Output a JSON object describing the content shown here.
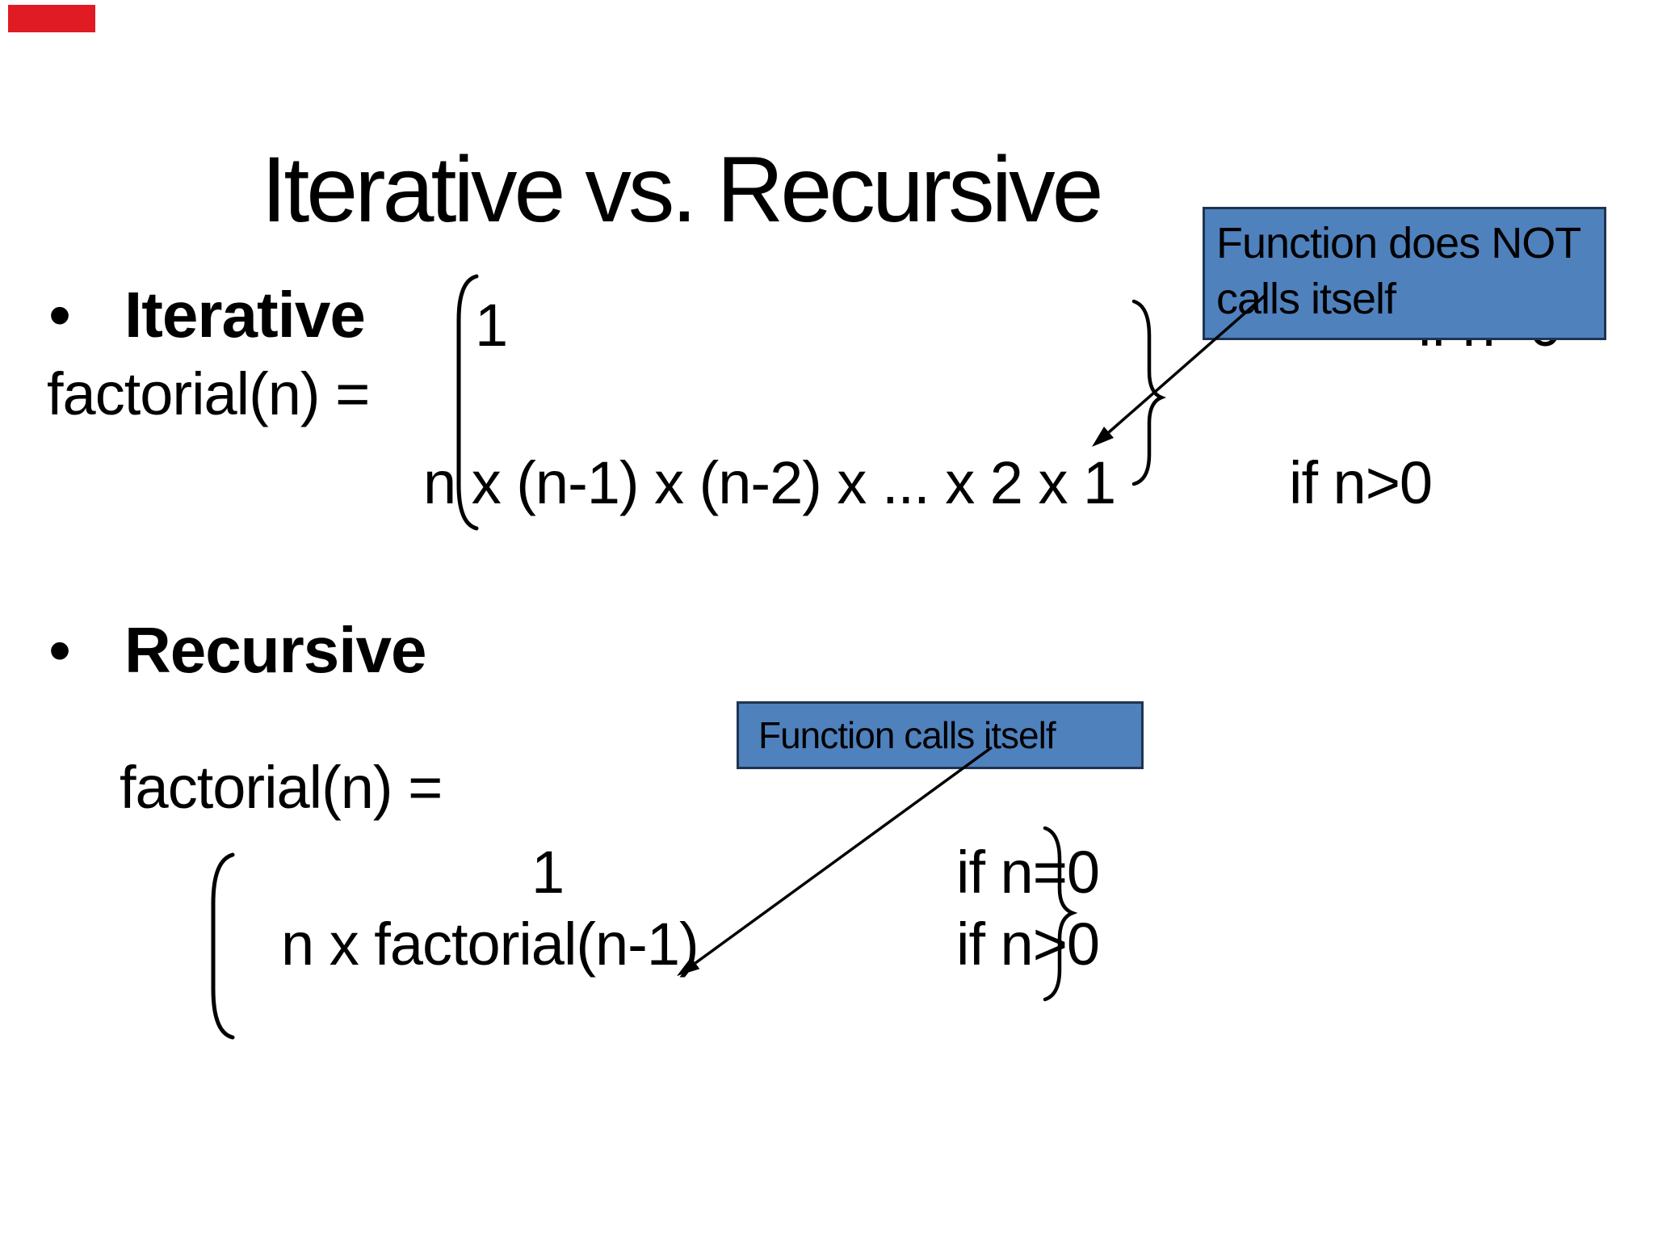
{
  "slide": {
    "title": "Iterative vs. Recursive",
    "bullet_glyph": "•",
    "sections": {
      "iterative": {
        "bullet_label": "Iterative",
        "function_lhs": "factorial(n) =",
        "case1_value": "1",
        "case1_condition": "if n=0",
        "case2_value": "n x (n-1) x (n-2) x ... x 2 x 1",
        "case2_condition": "if n>0",
        "callout": "Function does NOT calls itself"
      },
      "recursive": {
        "bullet_label": "Recursive",
        "function_lhs": "factorial(n) =",
        "case1_value": "1",
        "case1_condition": "if n=0",
        "case2_value": "n x factorial(n-1)",
        "case2_condition": "if n>0",
        "callout": "Function calls itself"
      }
    },
    "colors": {
      "callout_fill": "#4f81bd",
      "callout_border": "#1f3450",
      "marker_red": "#e01b23",
      "text": "#000000",
      "background": "#ffffff"
    }
  }
}
